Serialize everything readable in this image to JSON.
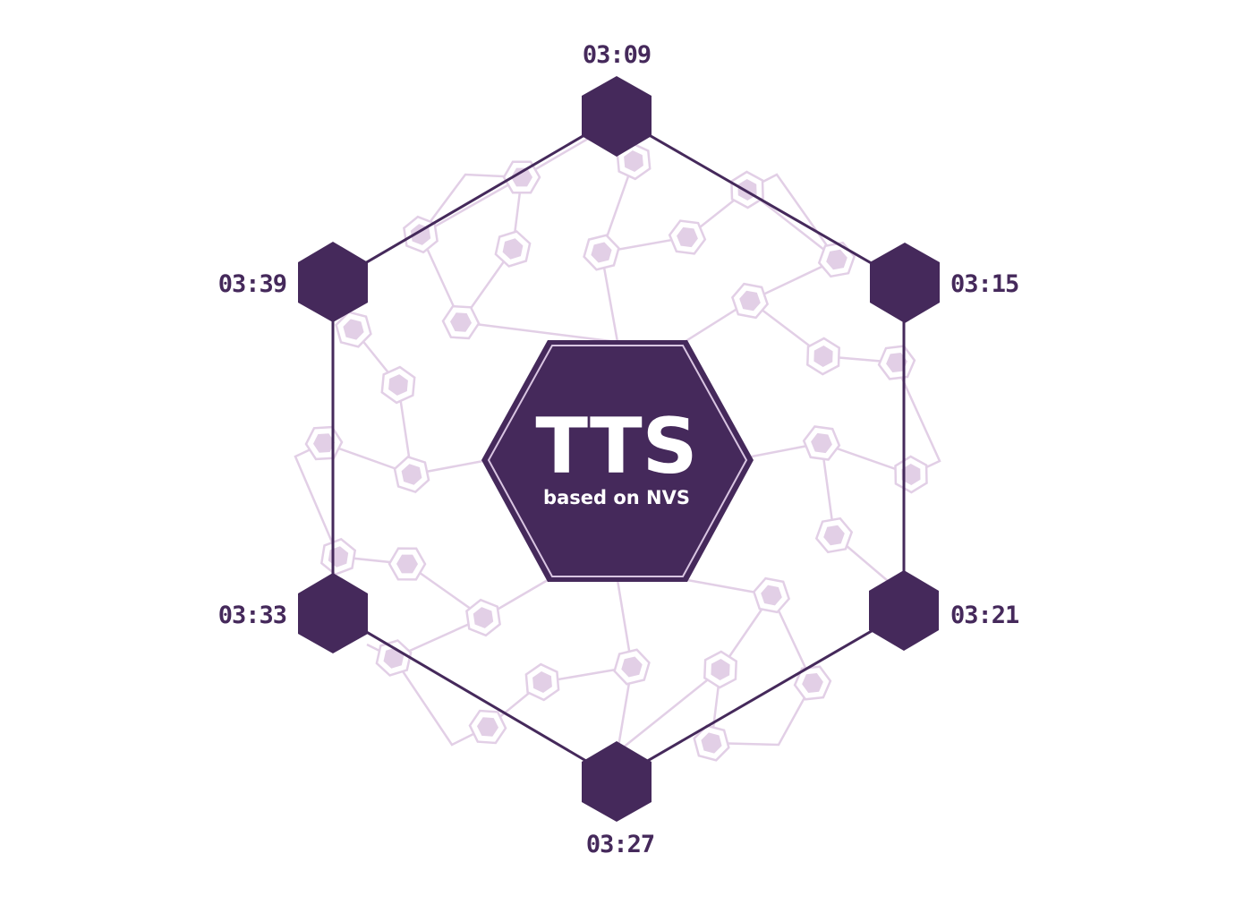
{
  "colors": {
    "primary": "#45295b",
    "background_pattern": "#e2cfe6",
    "center_border": "#d9c5e2",
    "text_light": "#ffffff"
  },
  "center": {
    "title": "TTS",
    "subtitle": "based on NVS"
  },
  "nodes": [
    {
      "id": "top",
      "time": "03:09"
    },
    {
      "id": "upper-right",
      "time": "03:15"
    },
    {
      "id": "lower-right",
      "time": "03:21"
    },
    {
      "id": "bottom",
      "time": "03:27"
    },
    {
      "id": "lower-left",
      "time": "03:33"
    },
    {
      "id": "upper-left",
      "time": "03:39"
    }
  ]
}
